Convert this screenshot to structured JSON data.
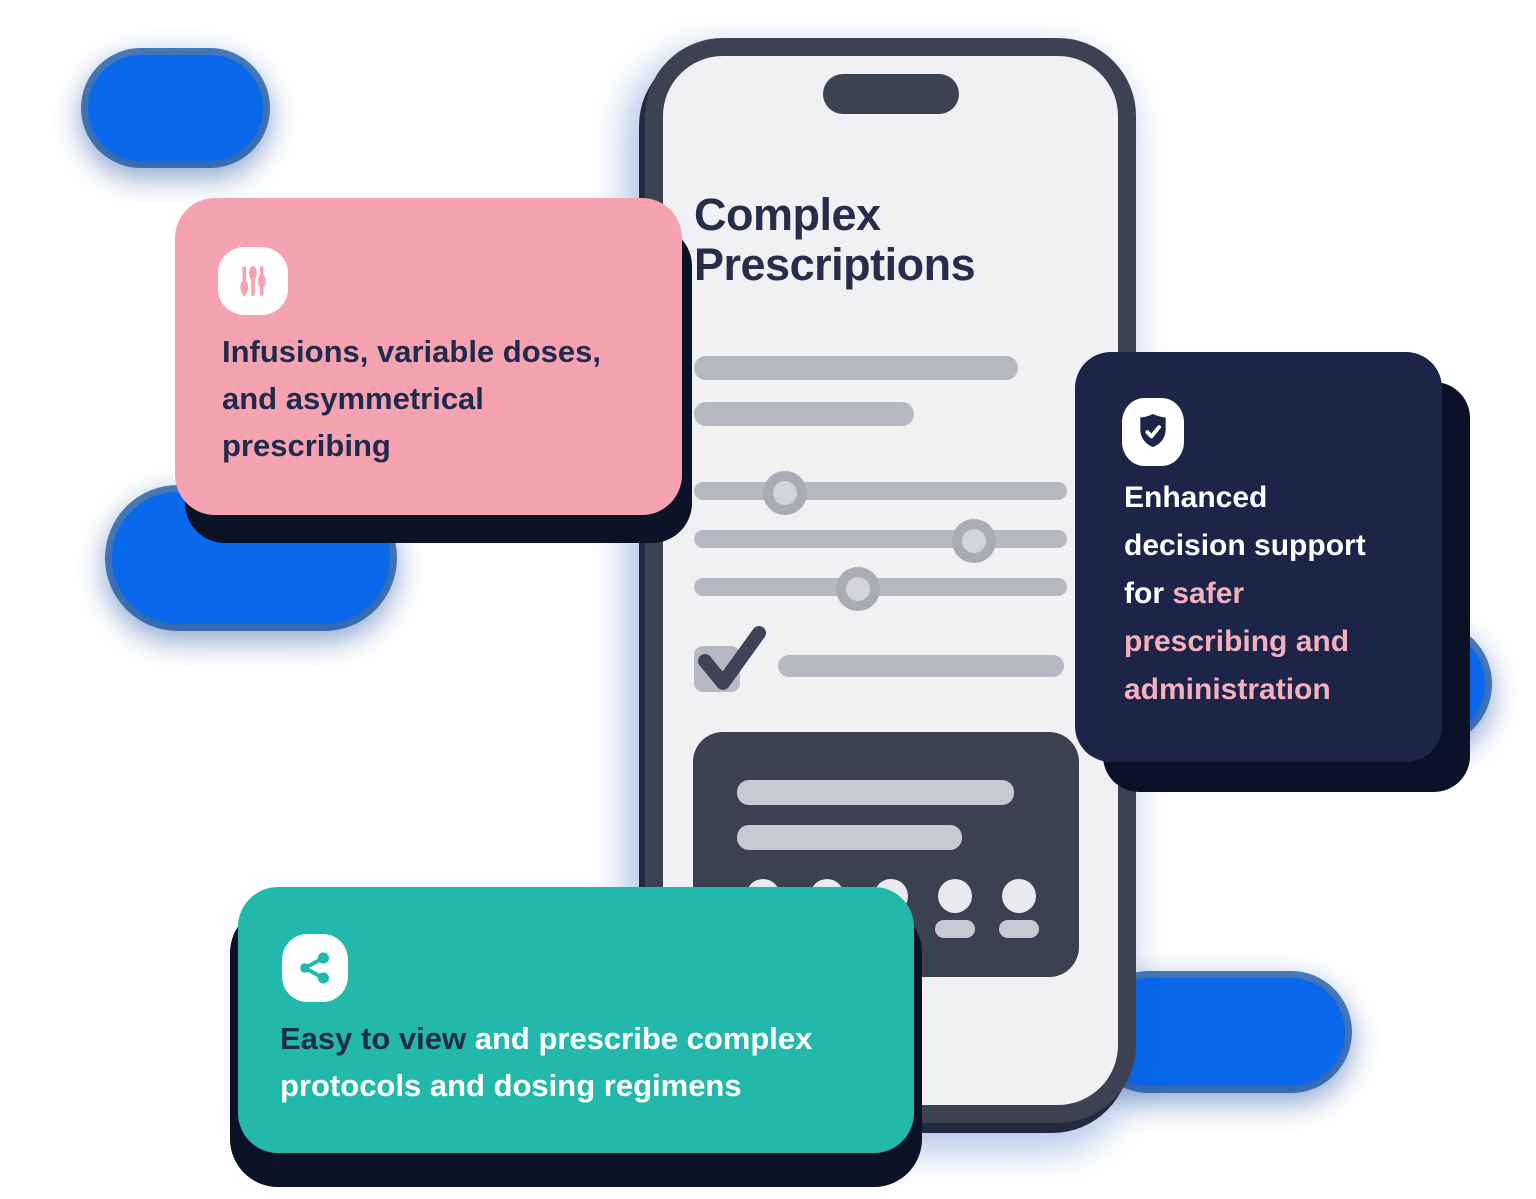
{
  "colors": {
    "blue": "#0968EC",
    "blue_glow": "#0C4DA2",
    "pink_card": "#F5A3B0",
    "navy_card": "#1C2547",
    "teal_card": "#22B9AC",
    "dark_slate": "#3C4252",
    "screen": "#F1F1F4",
    "skeleton_gray": "#B7B9C2",
    "knob_inner": "#D2D4DA",
    "card_bar": "#C8CAD3",
    "circle_light": "#E9EAEE",
    "text_navy": "#1F2A4D",
    "text_pink": "#F5AFBD",
    "white": "#FFFFFF",
    "shadow_navy": "#0C1326"
  },
  "phone": {
    "title": "Complex\nPrescriptions"
  },
  "cards": {
    "infusions": {
      "icon": "sliders-icon",
      "text": "Infusions, variable doses,\nand asymmetrical\nprescribing"
    },
    "decision": {
      "icon": "shield-check-icon",
      "text_start": "Enhanced\ndecision support\nfor ",
      "text_highlight": "safer\nprescribing and\nadministration"
    },
    "easy": {
      "icon": "share-icon",
      "text_highlight": "Easy to view ",
      "text_rest": "and prescribe complex\nprotocols and dosing regimens"
    }
  }
}
